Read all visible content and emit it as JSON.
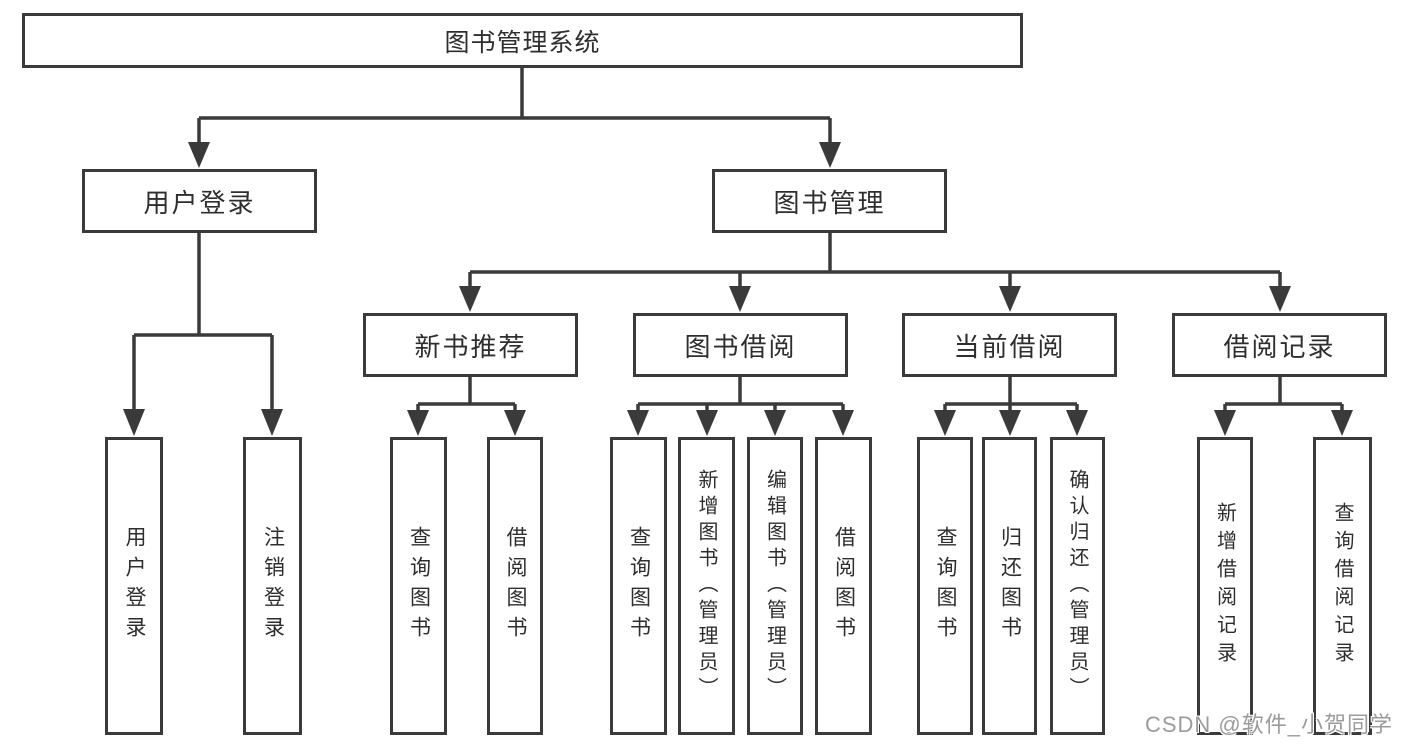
{
  "tree": {
    "label": "图书管理系统",
    "children": [
      {
        "label": "用户登录",
        "children": [
          {
            "label": "用户登录"
          },
          {
            "label": "注销登录"
          }
        ]
      },
      {
        "label": "图书管理",
        "children": [
          {
            "label": "新书推荐",
            "children": [
              {
                "label": "查询图书"
              },
              {
                "label": "借阅图书"
              }
            ]
          },
          {
            "label": "图书借阅",
            "children": [
              {
                "label": "查询图书"
              },
              {
                "label": "新增图书（管理员）"
              },
              {
                "label": "编辑图书（管理员）"
              },
              {
                "label": "借阅图书"
              }
            ]
          },
          {
            "label": "当前借阅",
            "children": [
              {
                "label": "查询图书"
              },
              {
                "label": "归还图书"
              },
              {
                "label": "确认归还（管理员）"
              }
            ]
          },
          {
            "label": "借阅记录",
            "children": [
              {
                "label": "新增借阅记录"
              },
              {
                "label": "查询借阅记录"
              }
            ]
          }
        ]
      }
    ]
  },
  "watermark": {
    "text": "CSDN @软件_小贺同学"
  },
  "colors": {
    "line": "#3a3a3a",
    "text": "#2e2e2e",
    "background": "#ffffff",
    "watermark_text": "#9b9b9b"
  }
}
